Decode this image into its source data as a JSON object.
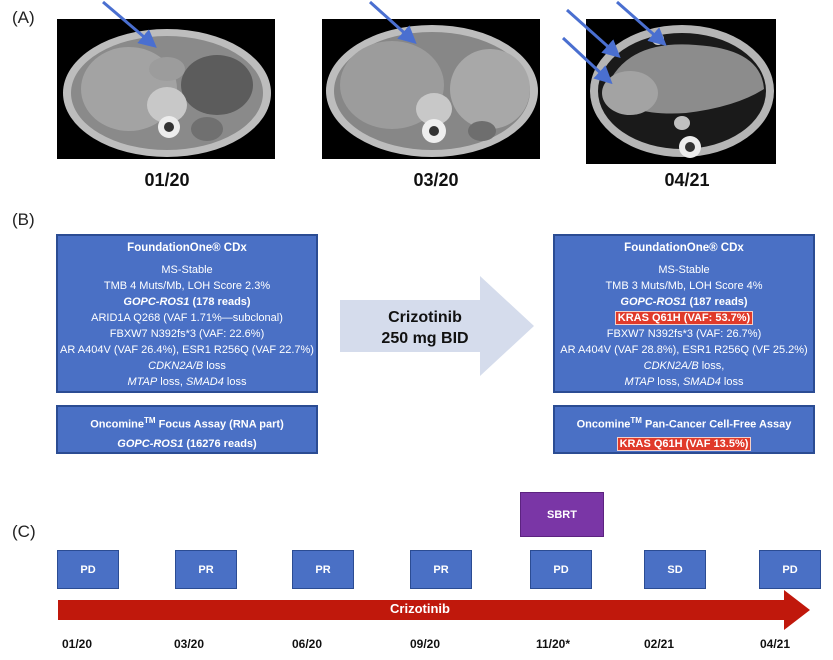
{
  "panels": {
    "a": "(A)",
    "b": "(B)",
    "c": "(C)"
  },
  "scans": [
    {
      "date": "01/20"
    },
    {
      "date": "03/20"
    },
    {
      "date": "04/21"
    }
  ],
  "before": {
    "title": "FoundationOne® CDx",
    "ms": "MS-Stable",
    "tmb": "TMB 4 Muts/Mb, LOH Score 2.3%",
    "fusion_gene": "GOPC-ROS1",
    "fusion_reads": " (178 reads)",
    "arid1a": "ARID1A Q268 (VAF 1.71%—subclonal)",
    "fbxw7": "FBXW7 N392fs*3 (VAF: 22.6%)",
    "ar_esr1": "AR A404V (VAF 26.4%), ESR1 R256Q (VAF 22.7%)",
    "cdkn2ab": "CDKN2A/B",
    "loss": " loss",
    "mtap": "MTAP",
    "loss_comma": " loss, ",
    "smad4": "SMAD4",
    "loss2": " loss"
  },
  "before_rna": {
    "title_prefix": "Oncomine",
    "tm": "TM",
    "title_suffix": " Focus Assay (RNA part)",
    "fusion_gene": "GOPC-ROS1",
    "fusion_reads": " (16276 reads)"
  },
  "arrow": {
    "line1": "Crizotinib",
    "line2": "250 mg BID"
  },
  "after": {
    "title": "FoundationOne® CDx",
    "ms": "MS-Stable",
    "tmb": "TMB  3 Muts/Mb,  LOH Score 4%",
    "fusion_gene": "GOPC-ROS1",
    "fusion_reads": " (187 reads)",
    "kras": "KRAS Q61H (VAF: 53.7%)",
    "fbxw7": "FBXW7 N392fs*3 (VAF: 26.7%)",
    "ar_esr1": "AR A404V (VAF 28.8%), ESR1 R256Q (VF 25.2%)",
    "cdkn2ab": "CDKN2A/B",
    "loss_comma": "  loss,",
    "mtap": "MTAP",
    "loss_comma2": " loss, ",
    "smad4": "SMAD4",
    "loss2": " loss"
  },
  "after_cf": {
    "title_prefix": "Oncomine",
    "tm": "TM",
    "title_suffix": " Pan-Cancer Cell-Free Assay",
    "kras": "KRAS Q61H (VAF 13.5%)"
  },
  "timeline": {
    "responses": [
      "PD",
      "PR",
      "PR",
      "PR",
      "PD",
      "SD",
      "PD"
    ],
    "sbrt": "SBRT",
    "drug": "Crizotinib",
    "dates": [
      "01/20",
      "03/20",
      "06/20",
      "09/20",
      "11/20*",
      "02/21",
      "04/21"
    ],
    "arrow_color": "#c0180c",
    "box_color": "#4a70c5",
    "sbrt_color": "#7a36a6"
  }
}
